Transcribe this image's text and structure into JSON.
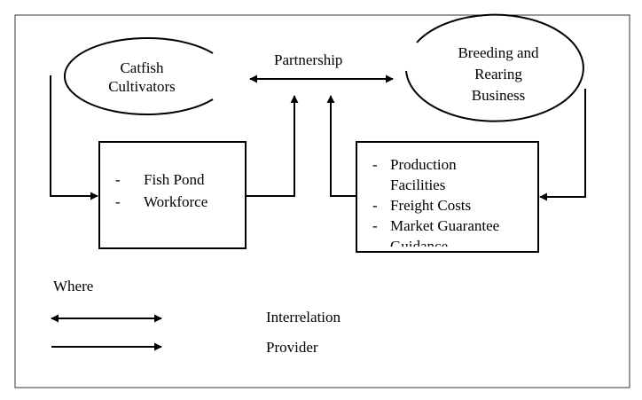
{
  "nodes": {
    "catfish": {
      "label_line1": "Catfish",
      "label_line2": "Cultivators"
    },
    "breeding": {
      "label_line1": "Breeding and",
      "label_line2": "Rearing",
      "label_line3": "Business"
    },
    "partnership": {
      "label": "Partnership"
    },
    "left_box": {
      "bullet": "-",
      "items": [
        "Fish Pond",
        "Workforce"
      ]
    },
    "right_box": {
      "bullet": "-",
      "items": [
        "Production",
        "Facilities",
        "Freight Costs",
        "Market Guarantee",
        "Guidance"
      ]
    }
  },
  "legend": {
    "title": "Where",
    "interrelation": "Interrelation",
    "provider": "Provider"
  }
}
